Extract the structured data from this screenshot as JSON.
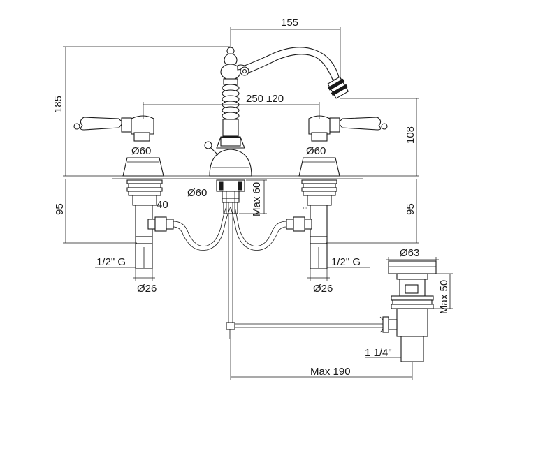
{
  "dimensions": {
    "spout_reach": "155",
    "total_height": "185",
    "handle_spacing": "250 ±20",
    "handle_height": "108",
    "left_rosette_diameter": "Ø60",
    "right_rosette_diameter": "Ø60",
    "center_flange_diameter": "Ø60",
    "max_60": "Max 60",
    "left_below_deck": "95",
    "right_below_deck": "95",
    "left_connector": "40",
    "right_connector_tiny": "10",
    "left_thread": "1/2\" G",
    "right_thread": "1/2\" G",
    "left_shank_diameter": "Ø26",
    "right_shank_diameter": "Ø26",
    "waste_flange_diameter": "Ø63",
    "waste_max_height": "Max 50",
    "waste_thread": "1 1/4\"",
    "waste_max_length": "Max 190"
  }
}
